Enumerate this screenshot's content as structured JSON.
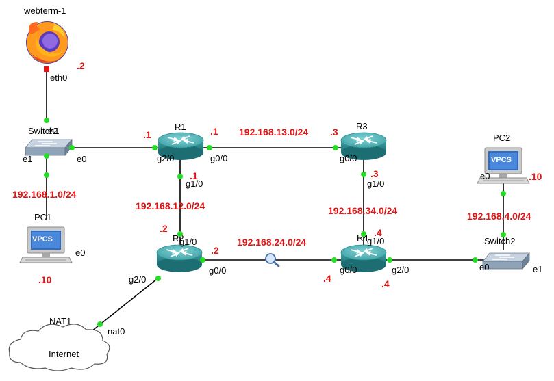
{
  "devices": {
    "webterm": "webterm-1",
    "switch1": "Switch1",
    "pc1": "PC1",
    "r1": "R1",
    "r2": "R2",
    "r3": "R3",
    "r4": "R4",
    "pc2": "PC2",
    "switch2": "Switch2",
    "nat1": "NAT1",
    "internet": "Internet"
  },
  "vpcs_text": "VPCS",
  "ports": {
    "webterm_eth0": "eth0",
    "sw1_e2": "e2",
    "sw1_e1": "e1",
    "sw1_e0": "e0",
    "r1_g20": "g2/0",
    "r1_g00": "g0/0",
    "r1_g10": "g1/0",
    "r3_g00": "g0/0",
    "r3_g10": "g1/0",
    "r2_g10": "g1/0",
    "r2_g00": "g0/0",
    "r2_g20": "g2/0",
    "r4_g10": "g1/0",
    "r4_g00": "g0/0",
    "r4_g20": "g2/0",
    "pc1_e0": "e0",
    "pc2_e0": "e0",
    "sw2_e0": "e0",
    "sw2_e1": "e1",
    "nat_nat0": "nat0"
  },
  "subnets": {
    "s1": "192.168.1.0/24",
    "s12": "192.168.12.0/24",
    "s13": "192.168.13.0/24",
    "s24": "192.168.24.0/24",
    "s34": "192.168.34.0/24",
    "s4": "192.168.4.0/24"
  },
  "hosts": {
    "webterm": ".2",
    "r1_left": ".1",
    "r1_right": ".1",
    "r1_bottom": ".1",
    "r3_left": ".3",
    "r3_bottom": ".3",
    "r2_top": ".2",
    "r2_right": ".2",
    "r4_top": ".4",
    "r4_left": ".4",
    "r4_right": ".4",
    "pc1": ".10",
    "pc2": ".10"
  },
  "colors": {
    "link": "#000000",
    "port_up": "#22dd22",
    "port_down": "#ee1111",
    "annotation": "#e31313",
    "router_body": "#2e8e92",
    "router_top": "#5cbcc0"
  }
}
